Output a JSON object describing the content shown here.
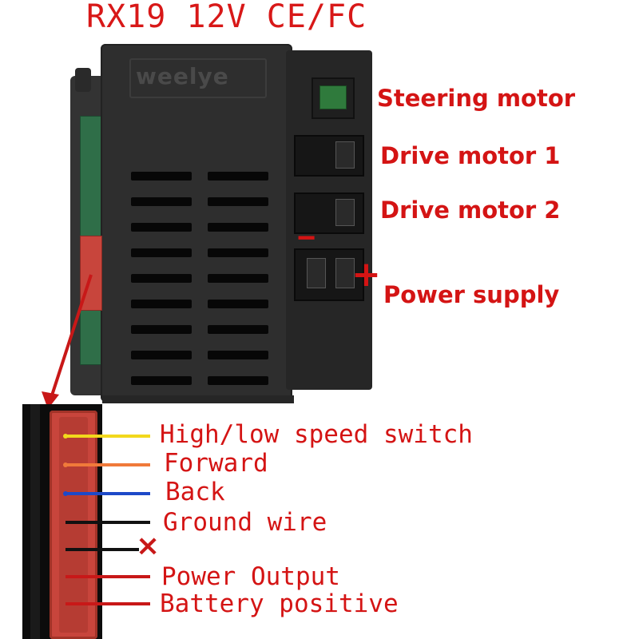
{
  "title": "RX19 12V CE/FC",
  "brand": "weelye",
  "connectors": [
    {
      "label": "Steering motor"
    },
    {
      "label": "Drive motor 1"
    },
    {
      "label": "Drive motor 2"
    },
    {
      "label": "Power supply",
      "minus": "−",
      "plus": "+"
    }
  ],
  "pins": [
    {
      "label": "High/low speed switch",
      "wire_color": "#f2d81c"
    },
    {
      "label": "Forward",
      "wire_color": "#f07a3a"
    },
    {
      "label": "Back",
      "wire_color": "#1d49c8"
    },
    {
      "label": "Ground wire",
      "wire_color": "#111111"
    },
    {
      "label": "",
      "wire_color": "#111111",
      "not_connected_mark": "×"
    },
    {
      "label": "Power Output",
      "wire_color": "#c81818"
    },
    {
      "label": "Battery positive",
      "wire_color": "#c81818"
    }
  ],
  "colors": {
    "label_red": "#d41414",
    "housing": "#2e2e2e",
    "pcb": "#2f6e48",
    "pin_connector": "#c8453c"
  }
}
